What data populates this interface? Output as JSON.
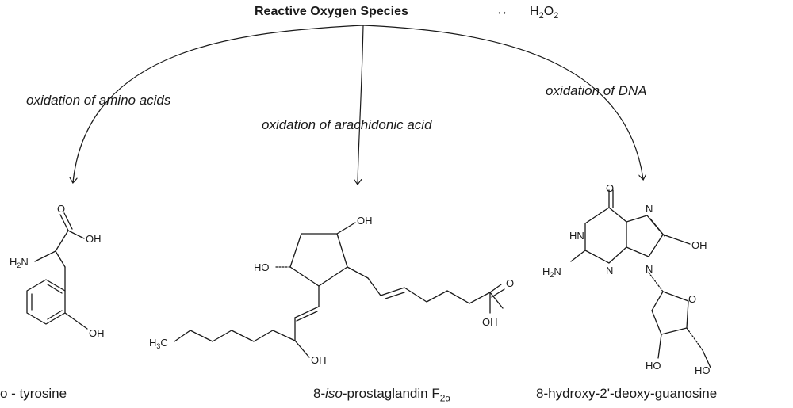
{
  "header": {
    "title": "Reactive Oxygen Species",
    "equilibrium_symbol": "↔",
    "product_main": "H",
    "product_sub1": "2",
    "product_o": "O",
    "product_sub2": "2"
  },
  "pathways": [
    {
      "label": "oxidation of amino acids"
    },
    {
      "label": "oxidation of arachidonic acid"
    },
    {
      "label": "oxidation of  DNA"
    }
  ],
  "compounds": {
    "tyrosine": {
      "name": "o - tyrosine",
      "atoms": {
        "oh_acid": "OH",
        "o_carbonyl": "O",
        "h2n": "H",
        "h2n_sub": "2",
        "h2n_n": "N",
        "oh_ring": "OH"
      }
    },
    "prostaglandin": {
      "name_pre": "8-",
      "name_iso": "iso",
      "name_post": "-prostaglandin F",
      "name_sub": "2α",
      "atoms": {
        "oh_top": "OH",
        "ho_left": "HO",
        "h3c": "H",
        "h3c_sub": "3",
        "h3c_c": "C",
        "oh_bottom": "OH",
        "o_acid": "O",
        "oh_acid": "OH"
      }
    },
    "guanosine": {
      "name": "8-hydroxy-2'-deoxy-guanosine",
      "atoms": {
        "o_top": "O",
        "hn": "HN",
        "n_right_top": "N",
        "oh_right": "OH",
        "h2n": "H",
        "h2n_sub": "2",
        "h2n_n": "N",
        "n_bottom": "N",
        "n_glyco": "N",
        "o_ring": "O",
        "ho_bottom": "HO",
        "ho_right": "HO"
      }
    }
  }
}
